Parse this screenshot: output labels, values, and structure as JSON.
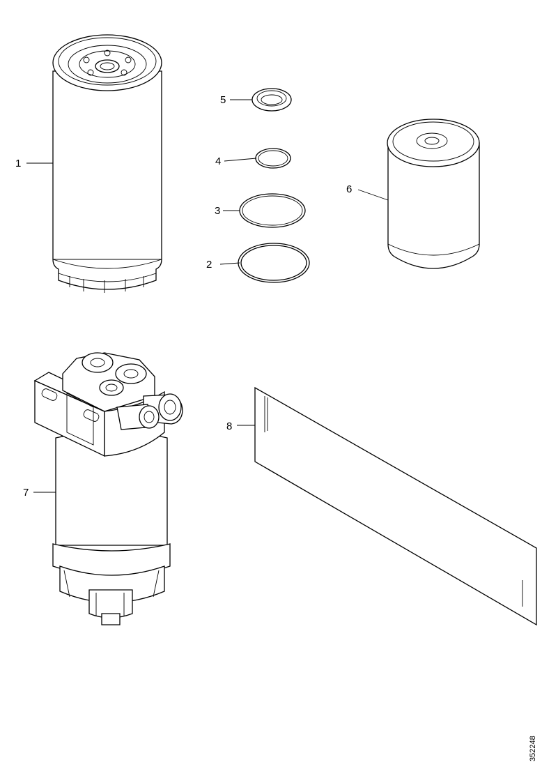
{
  "parts": [
    {
      "id": "1",
      "label": "1",
      "name": "oil-filter-canister"
    },
    {
      "id": "2",
      "label": "2",
      "name": "large-sealing-ring"
    },
    {
      "id": "3",
      "label": "3",
      "name": "medium-sealing-ring"
    },
    {
      "id": "4",
      "label": "4",
      "name": "small-sealing-ring"
    },
    {
      "id": "5",
      "label": "5",
      "name": "gasket-washer"
    },
    {
      "id": "6",
      "label": "6",
      "name": "filter-insert"
    },
    {
      "id": "7",
      "label": "7",
      "name": "filter-housing-assembly"
    },
    {
      "id": "8",
      "label": "8",
      "name": "instruction-sheet"
    }
  ],
  "drawing_code": "352248"
}
